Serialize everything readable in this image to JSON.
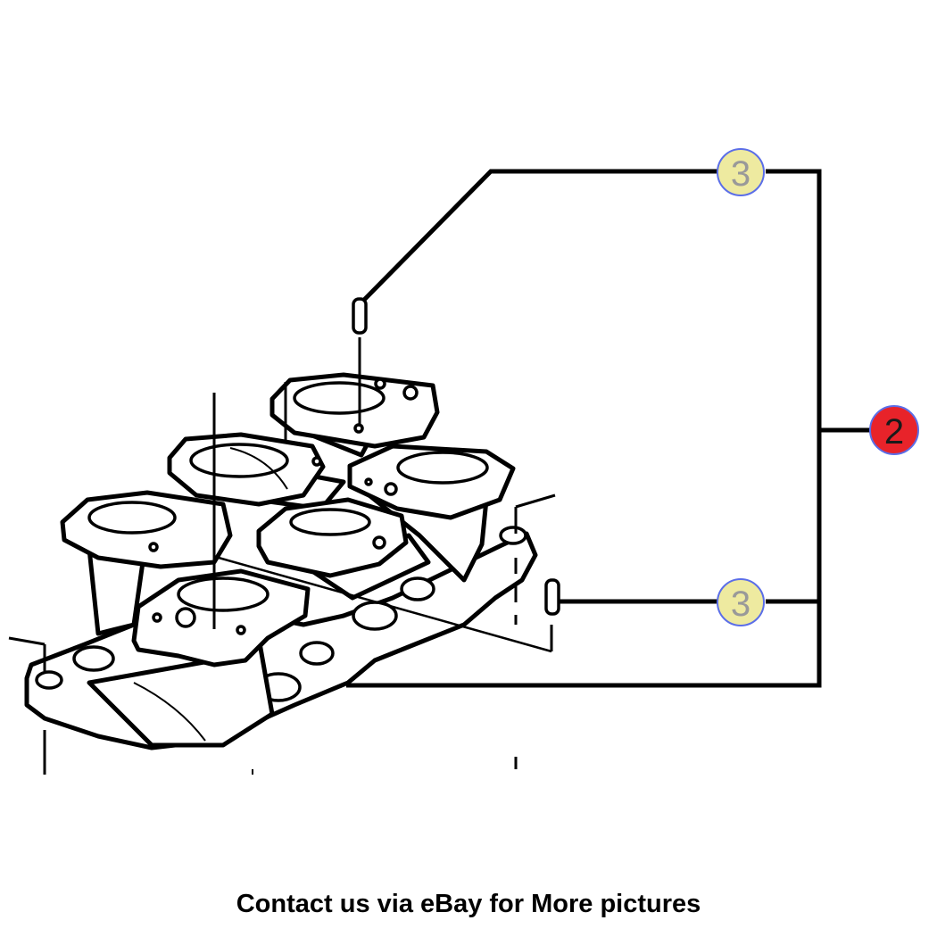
{
  "callouts": {
    "part_top": "3",
    "part_bottom": "3",
    "assembly": "2"
  },
  "colors": {
    "part_callout_fill": "#eeeaa0",
    "part_callout_stroke": "#5b6ee8",
    "assembly_callout_fill": "#e8232a",
    "assembly_callout_stroke": "#5b6ee8",
    "line": "#000000",
    "background": "#ffffff"
  },
  "caption": "Contact us via eBay for More pictures"
}
